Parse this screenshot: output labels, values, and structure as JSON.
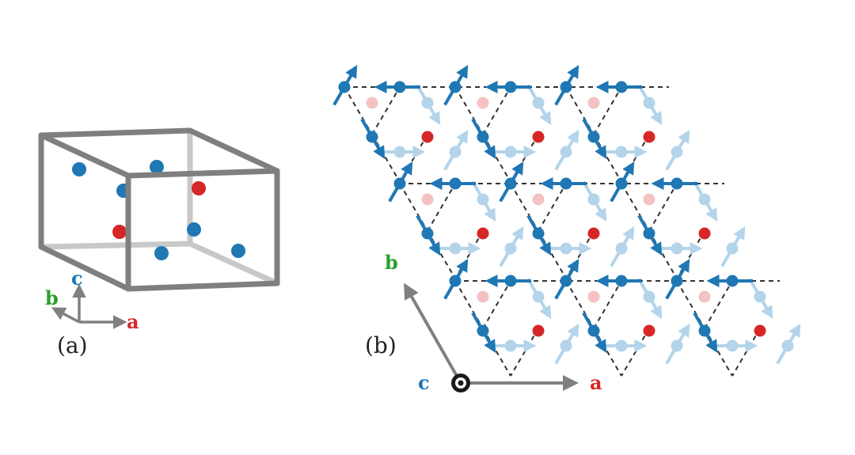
{
  "panel_a": {
    "label": "(a)",
    "axes": {
      "a": "a",
      "b": "b",
      "c": "c"
    }
  },
  "panel_b": {
    "label": "(b)",
    "axes": {
      "a": "a",
      "b": "b",
      "c": "c"
    }
  },
  "colors": {
    "axis_a": "#d62728",
    "axis_b": "#2ca02c",
    "axis_c": "#1f77b4",
    "atom_blue": "#1f77b4",
    "atom_red": "#d62728",
    "atom_blue_faded": "#b3d4ea",
    "atom_red_faded": "#f4c2c2",
    "cell_edge": "#7f7f7f",
    "cell_edge_back": "#c8c8c8",
    "bond_dashed": "#333333",
    "axis_arrow": "#808080"
  },
  "icons": {
    "c_axis_out_of_plane": "dot-in-circle-icon"
  }
}
